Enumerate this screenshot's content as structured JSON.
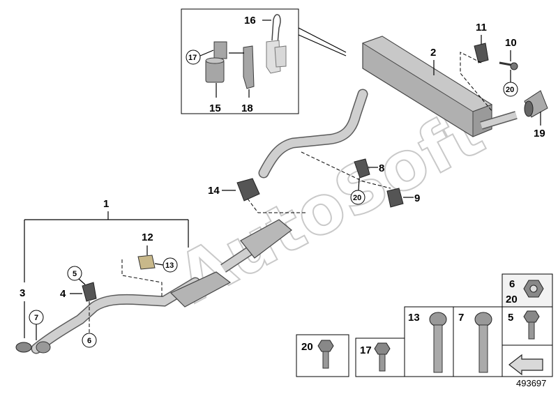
{
  "watermark": "AutoSoft",
  "diagram_id": "493697",
  "labels": {
    "p1": "1",
    "p2": "2",
    "p3": "3",
    "p4": "4",
    "p5": "5",
    "p6": "6",
    "p7": "7",
    "p8": "8",
    "p9": "9",
    "p10": "10",
    "p11": "11",
    "p12": "12",
    "p13": "13",
    "p14": "14",
    "p15": "15",
    "p16": "16",
    "p17": "17",
    "p18": "18",
    "p19": "19",
    "p20": "20"
  },
  "hardware_legend": {
    "cells": [
      {
        "number": "20"
      },
      {
        "number": "17"
      },
      {
        "number": "13"
      },
      {
        "number": "7"
      },
      {
        "number": "5"
      },
      {
        "number": "6",
        "secondary": "20"
      }
    ]
  }
}
